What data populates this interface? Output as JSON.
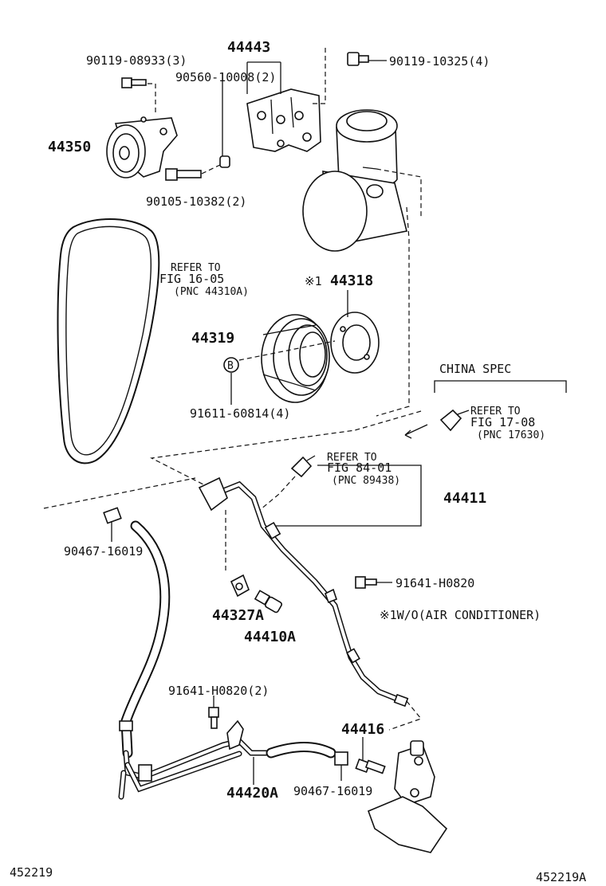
{
  "labels": {
    "p44443": "44443",
    "p90119_08933": "90119-08933(3)",
    "p90560_10008": "90560-10008(2)",
    "p90119_10325": "90119-10325(4)",
    "p44350": "44350",
    "p90105_10382": "90105-10382(2)",
    "p44318": "44318",
    "mark1": "※1",
    "p44319": "44319",
    "mark_b": "B",
    "p91611_60814": "91611-60814(4)",
    "p44411": "44411",
    "p90467_16019_top": "90467-16019",
    "p91641_h0820": "91641-H0820",
    "p44327a": "44327A",
    "p44410a": "44410A",
    "p91641_h0820_2": "91641-H0820(2)",
    "p44416": "44416",
    "p44420a": "44420A",
    "p90467_16019_bottom": "90467-16019"
  },
  "refer_belt": {
    "line1": "REFER TO",
    "line2": "FIG 16-05",
    "line3": "(PNC 44310A)"
  },
  "refer_switch": {
    "line1": "REFER TO",
    "line2": "FIG 84-01",
    "line3": "(PNC 89438)"
  },
  "refer_china": {
    "line1": "REFER TO",
    "line2": "FIG 17-08",
    "line3": "(PNC 17630)"
  },
  "china_spec": "CHINA SPEC",
  "note_ac": "※1W/O(AIR CONDITIONER)",
  "footer": {
    "left": "452219",
    "right": "452219A"
  }
}
